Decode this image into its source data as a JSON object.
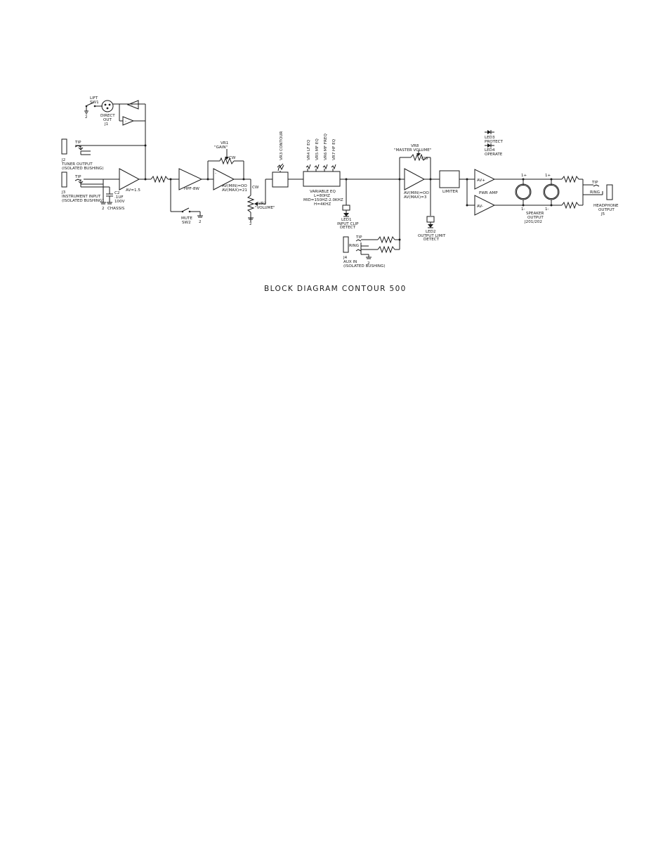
{
  "title": "BLOCK DIAGRAM CONTOUR 500",
  "lift": {
    "l1": "LIFT",
    "l2": "SW1",
    "gnd": "2"
  },
  "direct_out": {
    "l1": "DIRECT",
    "l2": "OUT",
    "l3": "J1"
  },
  "tuner": {
    "tip": "TIP",
    "l1": "J2",
    "l2": "TUNER OUTPUT",
    "l3": "(ISOLATED BUSHING)"
  },
  "instrument": {
    "tip": "TIP",
    "l1": "J3",
    "l2": "INSTRUMENT INPUT",
    "l3": "(ISOLATED BUSHING)",
    "gnd": "2"
  },
  "cap": {
    "l1": "C2",
    "l2": ".1UF",
    "l3": "100V",
    "l4": "CHASSIS"
  },
  "buffer": {
    "gain": "AV=1.5"
  },
  "hpf": {
    "label": "HPF-8W"
  },
  "mute": {
    "l1": "MUTE",
    "l2": "SW2",
    "gnd": "2"
  },
  "gain_stage": {
    "vr_l1": "VR1",
    "vr_l2": "\"GAIN\"",
    "cw": "CW",
    "av1": "AV(MIN)=OO",
    "av2": "AV(MAX)=21"
  },
  "volume": {
    "cw": "CW",
    "l1": "VR2",
    "l2": "\"VOLUME\"",
    "gnd": "2"
  },
  "contour": {
    "label": "VR3 CONTOUR"
  },
  "eq": {
    "controls": [
      "VR4 LF EQ",
      "VR5 MF EQ",
      "VR6 MF FREQ",
      "VR7 HF EQ"
    ],
    "l1": "VARIABLE EQ",
    "l2": "L=80HZ",
    "l3": "MID=150HZ-2.0KHZ",
    "l4": "H=4KHZ"
  },
  "led1": {
    "l1": "LED1",
    "l2": "INPUT CLIP",
    "l3": "DETECT"
  },
  "aux": {
    "tip": "TIP",
    "ring": "RING",
    "l1": "J4",
    "l2": "AUX IN",
    "l3": "(ISOLATED BUSHING)",
    "gnd": "2"
  },
  "master": {
    "l1": "VR8",
    "l2": "\"MASTER VOLUME\"",
    "cw": "CW",
    "av1": "AV(MIN)=OO",
    "av2": "AV(MAX)=3"
  },
  "led2": {
    "l1": "LED2",
    "l2": "OUTPUT LIMIT",
    "l3": "DETECT"
  },
  "limiter": {
    "label": "LIMITER"
  },
  "led3": {
    "l1": "LED3",
    "l2": "PROTECT"
  },
  "led4": {
    "l1": "LED4",
    "l2": "OPERATE"
  },
  "pwr_amp": {
    "plus": "AV+",
    "minus": "AV-",
    "label": "PWR AMP"
  },
  "speaker": {
    "p1": "1+",
    "m1": "1-",
    "p2": "1+",
    "m2": "1-",
    "l1": "SPEAKER",
    "l2": "OUTPUT",
    "l3": "J201/202"
  },
  "headphone": {
    "tip": "TIP",
    "ring": "RING",
    "l1": "HEADPHONE",
    "l2": "OUTPUT",
    "l3": "J5"
  }
}
